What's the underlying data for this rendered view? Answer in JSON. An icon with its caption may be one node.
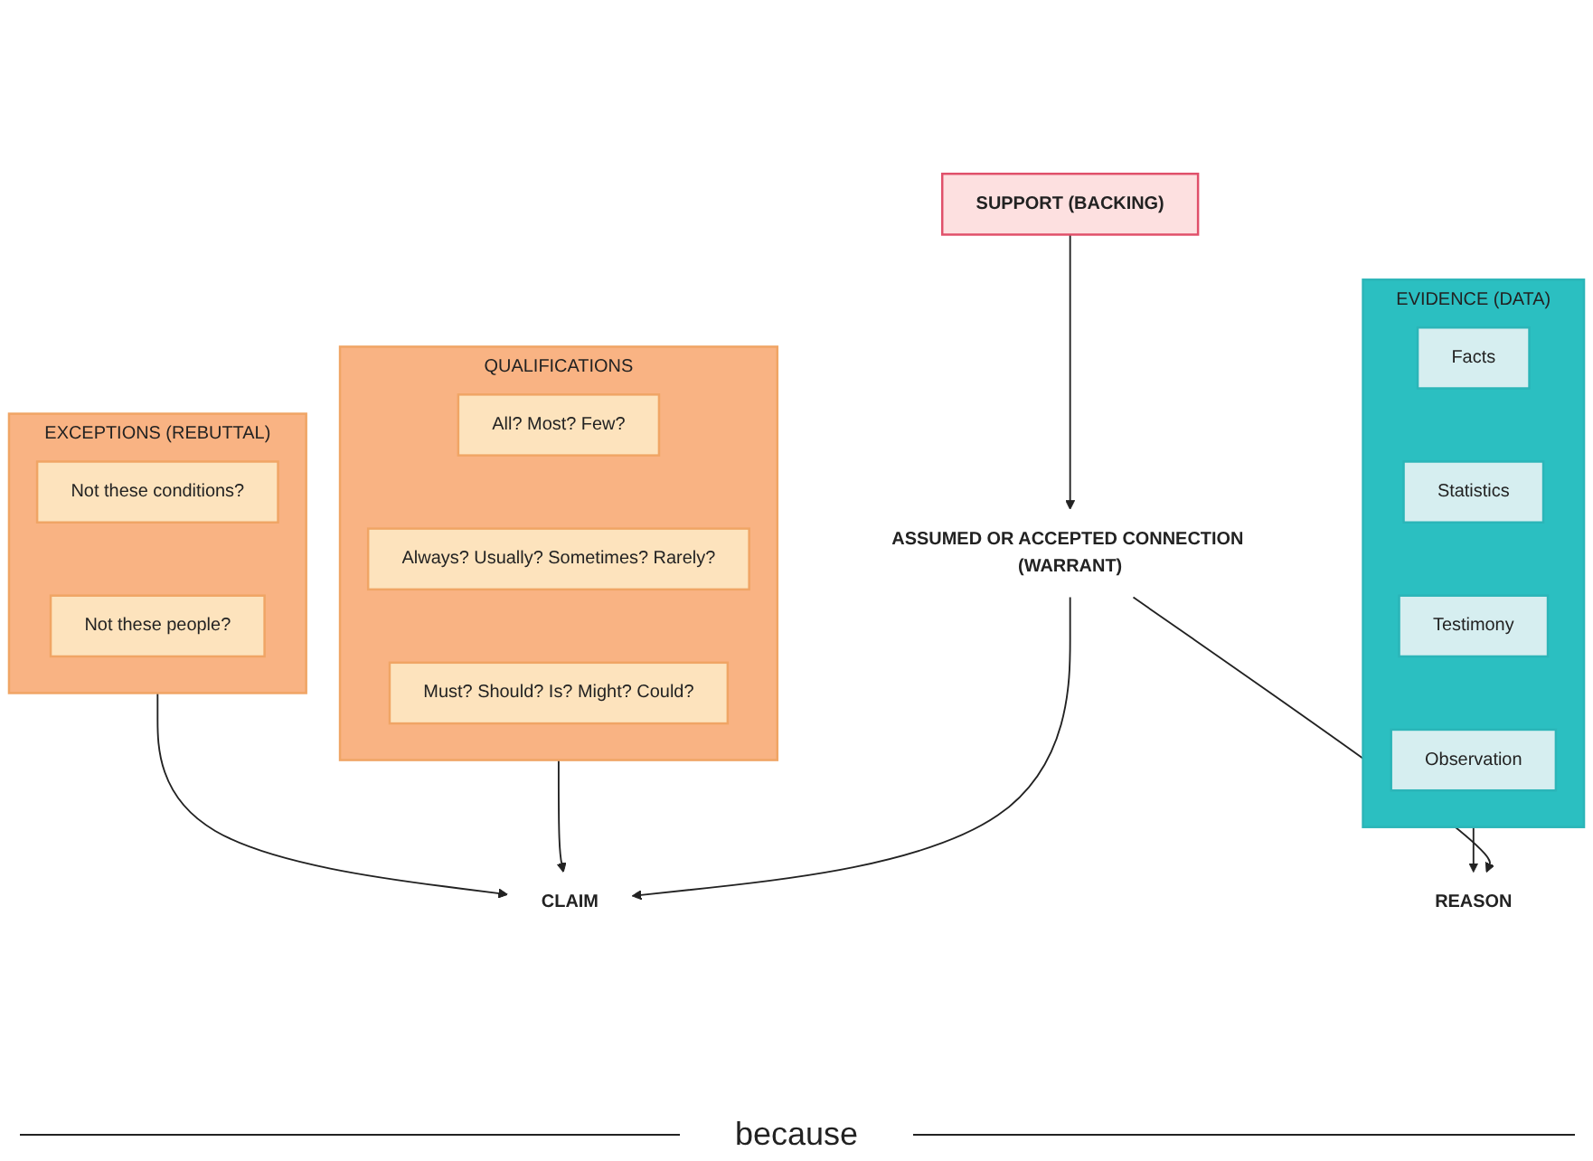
{
  "diagram": {
    "nodes": [
      {
        "text": [
          "QUALIFICATIONS"
        ]
      },
      {
        "text": [
          "All? Most? Few?"
        ],
        "in": 0
      },
      {
        "text": [
          "Always? Usually? Sometimes? Rarely?"
        ],
        "in": 0
      },
      {
        "text": [
          "Must? Should? Is? Might? Could?"
        ],
        "in": 0
      },
      {
        "text": [
          "EXCEPTIONS (REBUTTAL)"
        ]
      },
      {
        "text": [
          "Not these conditions?"
        ],
        "in": 4
      },
      {
        "text": [
          "Not these people?"
        ],
        "in": 4
      },
      {
        "text": [
          "EVIDENCE (DATA)"
        ]
      },
      {
        "text": [
          "Facts"
        ],
        "in": 7
      },
      {
        "text": [
          "Statistics"
        ],
        "in": 7
      },
      {
        "text": [
          "Testimony"
        ],
        "in": 7
      },
      {
        "text": [
          "Observation"
        ],
        "in": 7
      },
      {
        "text": [
          "CLAIM"
        ]
      },
      {
        "text": [
          "REASON"
        ]
      },
      {
        "text": [
          "ASSUMED OR ACCEPTED CONNECTION (WARRANT)"
        ]
      },
      {
        "text": [
          "SUPPORT (BACKING)"
        ]
      }
    ],
    "edges": [
      {
        "from": 0,
        "to": 12,
        "arrow": "to"
      },
      {
        "from": 4,
        "to": 12,
        "arrow": "to"
      },
      {
        "from": 7,
        "to": 13,
        "arrow": "to"
      },
      {
        "from": 14,
        "to": 12,
        "arrow": "to"
      },
      {
        "from": 14,
        "to": 13,
        "arrow": "to"
      },
      {
        "from": 15,
        "to": 14,
        "arrow": "to"
      }
    ],
    "labels": [
      "because"
    ]
  }
}
